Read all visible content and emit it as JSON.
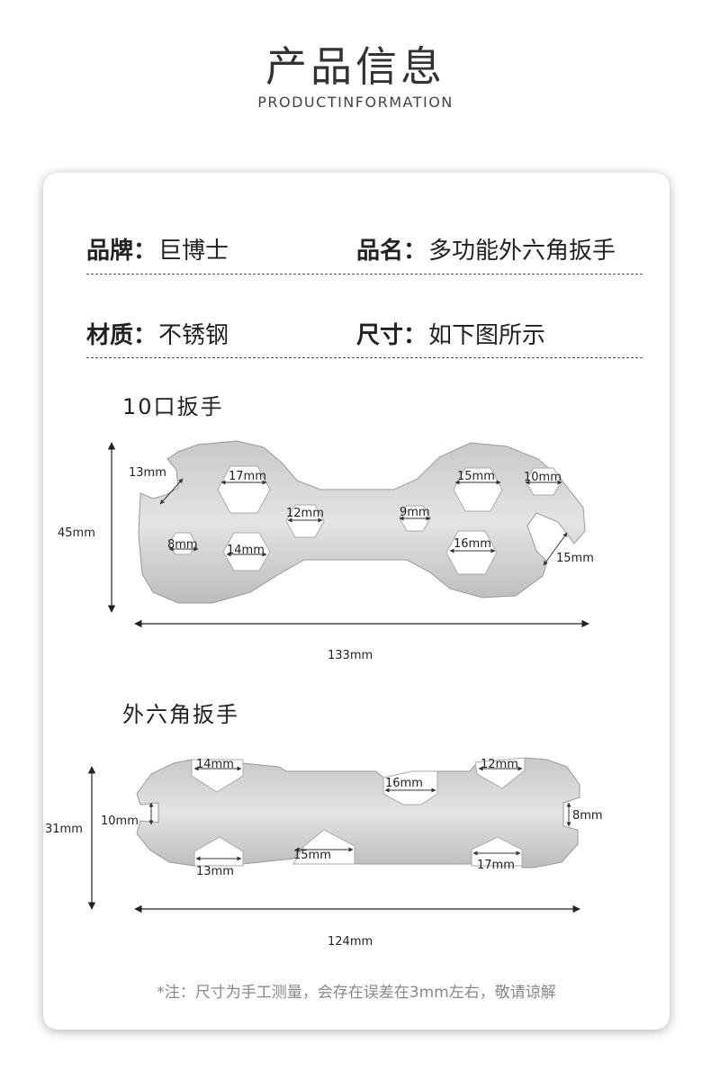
{
  "header": {
    "title": "产品信息",
    "subtitle": "PRODUCTINFORMATION"
  },
  "info": {
    "brand_key": "品牌：",
    "brand_val": "巨博士",
    "name_key": "品名：",
    "name_val": "多功能外六角扳手",
    "material_key": "材质：",
    "material_val": "不锈钢",
    "size_key": "尺寸：",
    "size_val": "如下图所示"
  },
  "wrench1": {
    "title": "10口扳手",
    "height": "45mm",
    "width": "133mm",
    "labels": [
      "13mm",
      "17mm",
      "12mm",
      "9mm",
      "15mm",
      "10mm",
      "8mm",
      "14mm",
      "16mm",
      "15mm"
    ]
  },
  "wrench2": {
    "title": "外六角扳手",
    "height": "31mm",
    "width": "124mm",
    "labels": [
      "14mm",
      "16mm",
      "12mm",
      "10mm",
      "8mm",
      "15mm",
      "13mm",
      "17mm"
    ]
  },
  "note": "*注：尺寸为手工测量，会存在误差在3mm左右，敬请谅解",
  "colors": {
    "card_shadow": "#999999",
    "metal": "#d6d6d6",
    "text": "#222222",
    "note": "#888888"
  }
}
